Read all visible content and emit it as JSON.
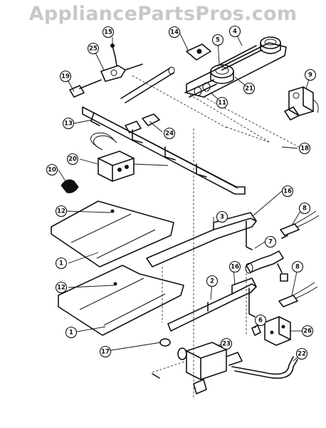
{
  "watermark": "AppliancePartsPros.com",
  "callouts": [
    {
      "id": "15"
    },
    {
      "id": "14"
    },
    {
      "id": "4"
    },
    {
      "id": "5"
    },
    {
      "id": "25"
    },
    {
      "id": "19"
    },
    {
      "id": "21"
    },
    {
      "id": "11"
    },
    {
      "id": "9"
    },
    {
      "id": "13"
    },
    {
      "id": "24"
    },
    {
      "id": "18"
    },
    {
      "id": "20"
    },
    {
      "id": "10"
    },
    {
      "id": "16"
    },
    {
      "id": "3"
    },
    {
      "id": "8"
    },
    {
      "id": "12"
    },
    {
      "id": "7"
    },
    {
      "id": "1"
    },
    {
      "id": "16"
    },
    {
      "id": "8"
    },
    {
      "id": "12"
    },
    {
      "id": "2"
    },
    {
      "id": "1"
    },
    {
      "id": "6"
    },
    {
      "id": "26"
    },
    {
      "id": "17"
    },
    {
      "id": "23"
    },
    {
      "id": "22"
    }
  ]
}
